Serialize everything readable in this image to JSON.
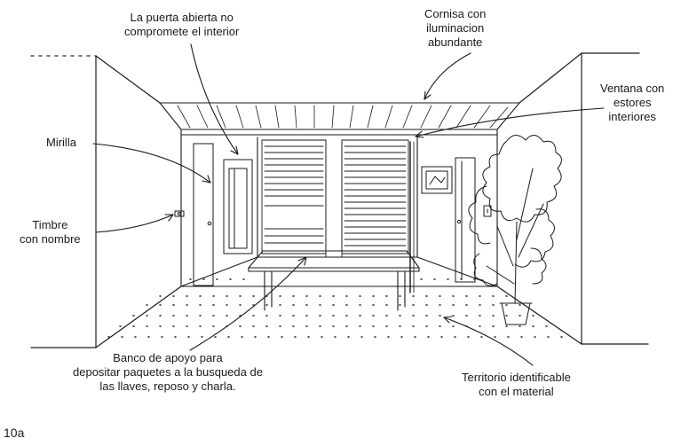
{
  "labels": {
    "puerta": [
      "La puerta abierta no",
      "compromete el interior"
    ],
    "cornisa": [
      "Cornisa con",
      "iluminacion",
      "abundante"
    ],
    "ventana": [
      "Ventana con",
      "estores",
      "interiores"
    ],
    "mirilla": [
      "Mirilla"
    ],
    "timbre": [
      "Timbre",
      "con nombre"
    ],
    "banco": [
      "Banco de apoyo para",
      "depositar paquetes a la busqueda de",
      "las llaves, reposo y charla."
    ],
    "territorio": [
      "Territorio identificable",
      "con el material"
    ]
  },
  "figure_number": "10a",
  "colors": {
    "ink": "#1a1a1a",
    "paper": "#ffffff"
  }
}
